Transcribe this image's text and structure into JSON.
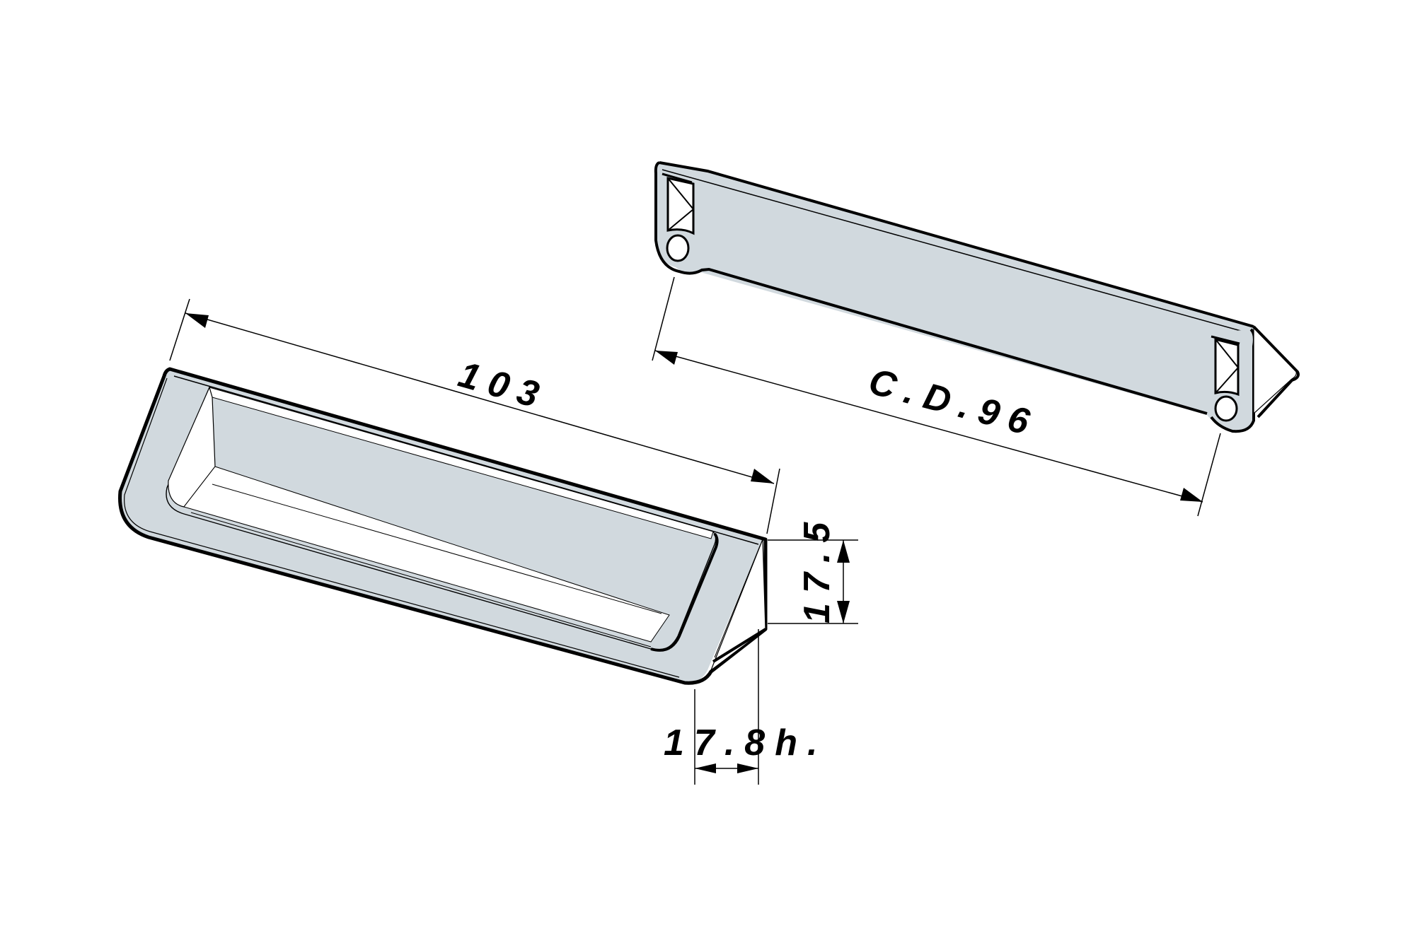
{
  "drawing": {
    "title": "Handle technical drawing",
    "colors": {
      "body": "#d1d9de",
      "line": "#000000",
      "background": "#ffffff"
    },
    "dimensions": {
      "length": "103",
      "center_distance": "C.D.96",
      "height": "17.5",
      "depth": "17.8h."
    },
    "views": [
      {
        "name": "front-isometric",
        "description": "Handle front view with recessed grip"
      },
      {
        "name": "rear-isometric",
        "description": "Handle rear view with mounting holes"
      }
    ]
  }
}
